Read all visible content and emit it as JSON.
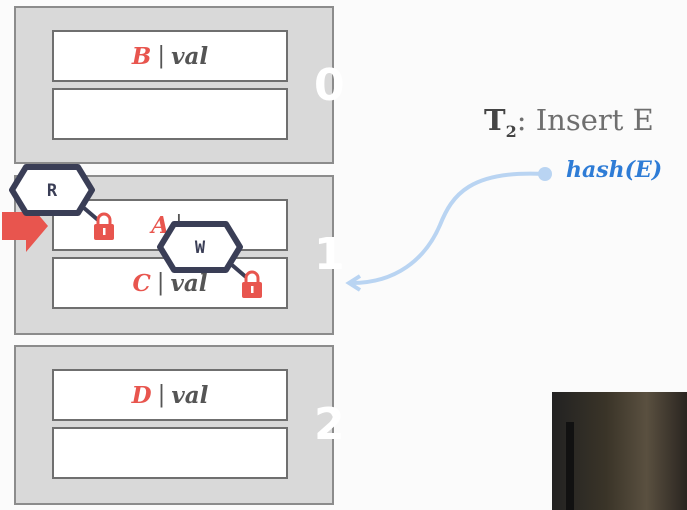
{
  "transaction": {
    "label": "T",
    "sub": "2",
    "action": ": Insert E"
  },
  "hash_call": "hash(E)",
  "pages": [
    {
      "number": "0",
      "slots": [
        {
          "key": "B",
          "sep": "|",
          "val": "val"
        },
        {
          "key": "",
          "sep": "",
          "val": ""
        }
      ]
    },
    {
      "number": "1",
      "slots": [
        {
          "key": "A",
          "sep": "|",
          "val": ""
        },
        {
          "key": "C",
          "sep": "|",
          "val": "val"
        }
      ]
    },
    {
      "number": "2",
      "slots": [
        {
          "key": "D",
          "sep": "|",
          "val": "val"
        },
        {
          "key": "",
          "sep": "",
          "val": ""
        }
      ]
    }
  ],
  "latches": {
    "read": "R",
    "write": "W"
  },
  "colors": {
    "accent_red": "#e8554e",
    "hash_blue": "#2e7cd6",
    "latch_dark": "#3a3e56",
    "arrow_light_blue": "#b9d4f2"
  },
  "icons": [
    "lock-icon",
    "cursor-arrow-icon"
  ]
}
